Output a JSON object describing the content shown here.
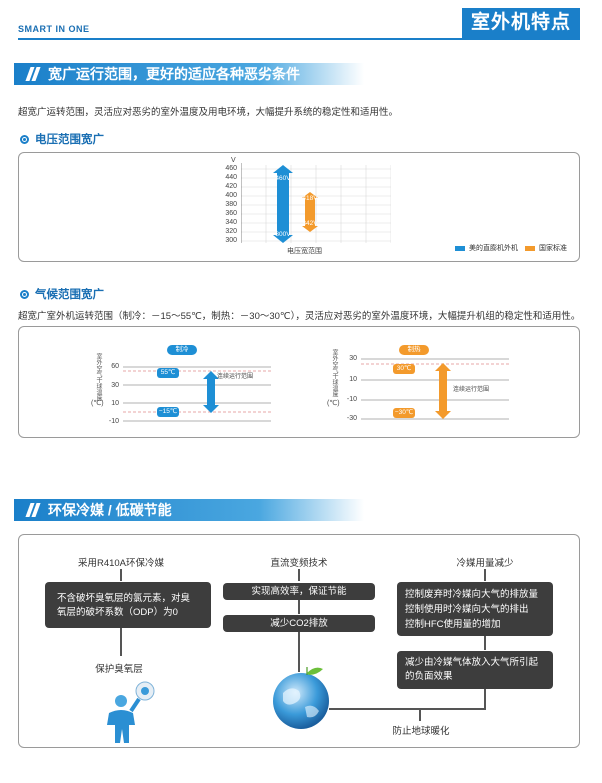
{
  "header": {
    "brand": "SMART IN ONE",
    "title": "室外机特点"
  },
  "section1": {
    "banner": "宽广运行范围，更好的适应各种恶劣条件",
    "intro": "超宽广运转范围，灵活应对恶劣的室外温度及用电环境，大幅提升系统的稳定性和适用性。",
    "voltage": {
      "heading": "电压范围宽广",
      "chart": {
        "unit": "V",
        "yticks": [
          "460",
          "440",
          "420",
          "400",
          "380",
          "360",
          "340",
          "320",
          "300"
        ],
        "xlabel": "电压宽范围",
        "bar1_top": "460V",
        "bar1_bottom": "300V",
        "bar2_top": "418V",
        "bar2_bottom": "342V",
        "legend": [
          "美的直膨机外机",
          "国家标准"
        ]
      }
    }
  },
  "section2": {
    "heading": "气候范围宽广",
    "intro": "超宽广室外机运转范围（制冷：－15～55℃，制热：－30～30℃），灵活应对恶劣的室外温度环境，大幅提升机组的稳定性和适用性。",
    "cooling": {
      "tag": "制冷",
      "ylabel": "室外空气干球温度",
      "unit": "(℃)",
      "yticks": [
        "60",
        "30",
        "10",
        "-10"
      ],
      "top": "55℃",
      "bottom": "−15℃",
      "range_label": "连续运行范围"
    },
    "heating": {
      "tag": "制热",
      "ylabel": "室外空气干球温度",
      "unit": "(℃)",
      "yticks": [
        "30",
        "10",
        "-10",
        "-30"
      ],
      "top": "30℃",
      "bottom": "−30℃",
      "range_label": "连续运行范围"
    }
  },
  "section3": {
    "banner": "环保冷媒 / 低碳节能",
    "col1": {
      "title": "采用R410A环保冷媒",
      "box": "不含破坏臭氧层的氯元素，对臭氧层的破坏系数（ODP）为0",
      "result": "保护臭氧层"
    },
    "col2": {
      "title": "直流变频技术",
      "box1": "实现高效率，保证节能",
      "box2": "减少CO2排放"
    },
    "col3": {
      "title": "冷媒用量减少",
      "box1": "控制废弃时冷媒向大气的排放量\n控制使用时冷媒向大气的排出\n控制HFC使用量的增加",
      "box2": "减少由冷媒气体放入大气所引起的负面效果",
      "result": "防止地球暖化"
    }
  },
  "colors": {
    "accent": "#1a7fc9",
    "orange": "#f39a2c",
    "dark": "#3d3d3d"
  }
}
